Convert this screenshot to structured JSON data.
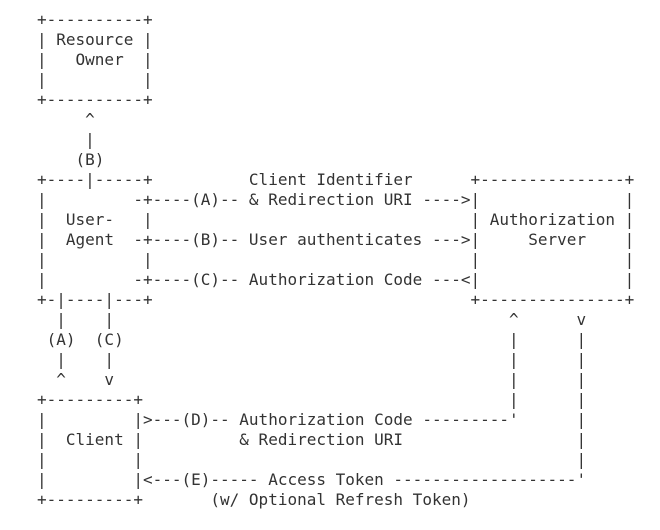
{
  "diagram": {
    "type": "ascii-flow-diagram",
    "colors": {
      "text": "#333333",
      "background": "#ffffff"
    },
    "entities": [
      "Resource Owner",
      "User-Agent",
      "Authorization Server",
      "Client"
    ],
    "steps": [
      {
        "id": "(A)",
        "label": "Client Identifier & Redirection URI"
      },
      {
        "id": "(B)",
        "label": "User authenticates"
      },
      {
        "id": "(C)",
        "label": "Authorization Code"
      },
      {
        "id": "(D)",
        "label": "Authorization Code & Redirection URI"
      },
      {
        "id": "(E)",
        "label": "Access Token (w/ Optional Refresh Token)"
      }
    ],
    "lines": [
      "+----------+",
      "| Resource |",
      "|   Owner  |",
      "|          |",
      "+----------+",
      "     ^",
      "     |",
      "    (B)",
      "+----|-----+          Client Identifier      +---------------+",
      "|         -+----(A)-- & Redirection URI ---->|               |",
      "|  User-   |                                 | Authorization |",
      "|  Agent  -+----(B)-- User authenticates --->|     Server    |",
      "|          |                                 |               |",
      "|         -+----(C)-- Authorization Code ---<|               |",
      "+-|----|---+                                 +---------------+",
      "  |    |                                         ^      v",
      " (A)  (C)                                        |      |",
      "  |    |                                         |      |",
      "  ^    v                                         |      |",
      "+---------+                                      |      |",
      "|         |>---(D)-- Authorization Code ---------'      |",
      "|  Client |          & Redirection URI                  |",
      "|         |                                             |",
      "|         |<---(E)----- Access Token -------------------'",
      "+---------+       (w/ Optional Refresh Token)"
    ]
  }
}
